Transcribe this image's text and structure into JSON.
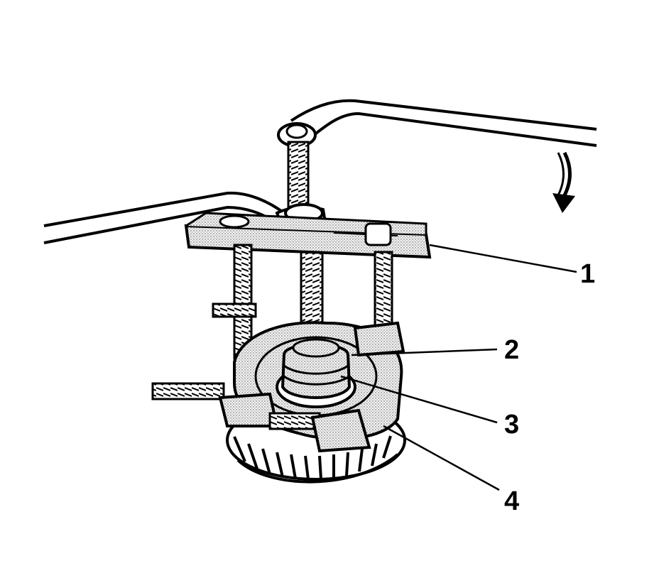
{
  "callouts": [
    {
      "id": "1",
      "label": "1"
    },
    {
      "id": "2",
      "label": "2"
    },
    {
      "id": "3",
      "label": "3"
    },
    {
      "id": "4",
      "label": "4"
    }
  ],
  "colors": {
    "ink": "#000000",
    "stipple": "#d9d9d9",
    "background": "#ffffff"
  },
  "icons": [
    "rotation-arrow-icon"
  ]
}
